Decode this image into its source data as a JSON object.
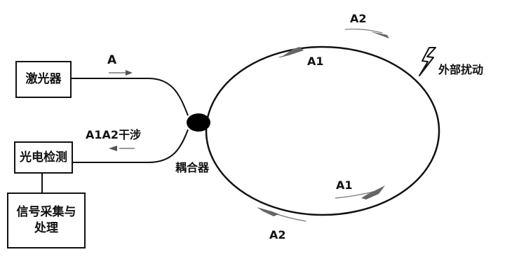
{
  "boxes": {
    "laser": "激光器",
    "photodetector": "光电检测",
    "signal_processing_line1": "信号采集与",
    "signal_processing_line2": "处理"
  },
  "labels": {
    "input_wave": "A",
    "interference": "A1A2干涉",
    "coupler": "耦合器",
    "disturbance": "外部扰动",
    "ring_top_cw": "A1",
    "ring_top_ccw": "A2",
    "ring_bottom_cw": "A1",
    "ring_bottom_ccw": "A2"
  },
  "colors": {
    "line": "#111111",
    "arrow_fill": "#666666",
    "coupler_fill": "#000000"
  },
  "icons": {
    "disturbance": "lightning-bolt-icon"
  }
}
